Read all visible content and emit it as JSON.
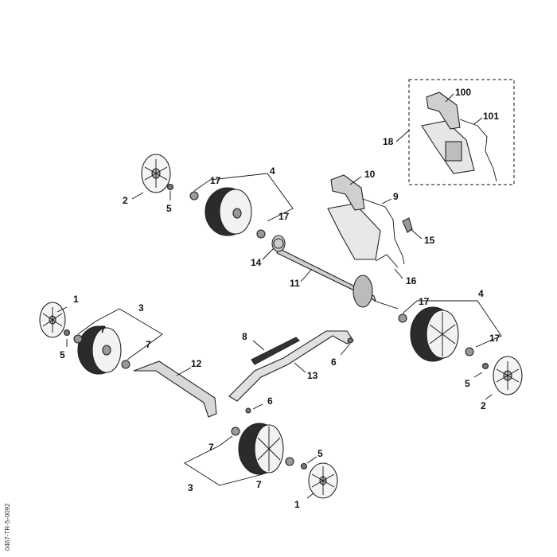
{
  "diagram": {
    "type": "exploded-parts-view",
    "callouts": [
      "1",
      "1",
      "2",
      "2",
      "3",
      "3",
      "4",
      "4",
      "5",
      "5",
      "5",
      "5",
      "6",
      "6",
      "7",
      "7",
      "7",
      "7",
      "8",
      "9",
      "10",
      "11",
      "12",
      "13",
      "14",
      "15",
      "16",
      "17",
      "17",
      "17",
      "17",
      "18",
      "100",
      "101"
    ],
    "drawing_code": "0467-TR-S-0092",
    "colors": {
      "line": "#111111",
      "wheel": "#f2f2f2",
      "tire": "#2b2b2b",
      "part": "#d6d6d6"
    }
  },
  "labels": {
    "l1a": "1",
    "l1b": "1",
    "l2a": "2",
    "l2b": "2",
    "l3a": "3",
    "l3b": "3",
    "l4a": "4",
    "l4b": "4",
    "l5a": "5",
    "l5b": "5",
    "l5c": "5",
    "l5d": "5",
    "l6a": "6",
    "l6b": "6",
    "l7a": "7",
    "l7b": "7",
    "l7c": "7",
    "l7d": "7",
    "l8": "8",
    "l9": "9",
    "l10": "10",
    "l11": "11",
    "l12": "12",
    "l13": "13",
    "l14": "14",
    "l15": "15",
    "l16": "16",
    "l17a": "17",
    "l17b": "17",
    "l17c": "17",
    "l17d": "17",
    "l18": "18",
    "l100": "100",
    "l101": "101"
  }
}
